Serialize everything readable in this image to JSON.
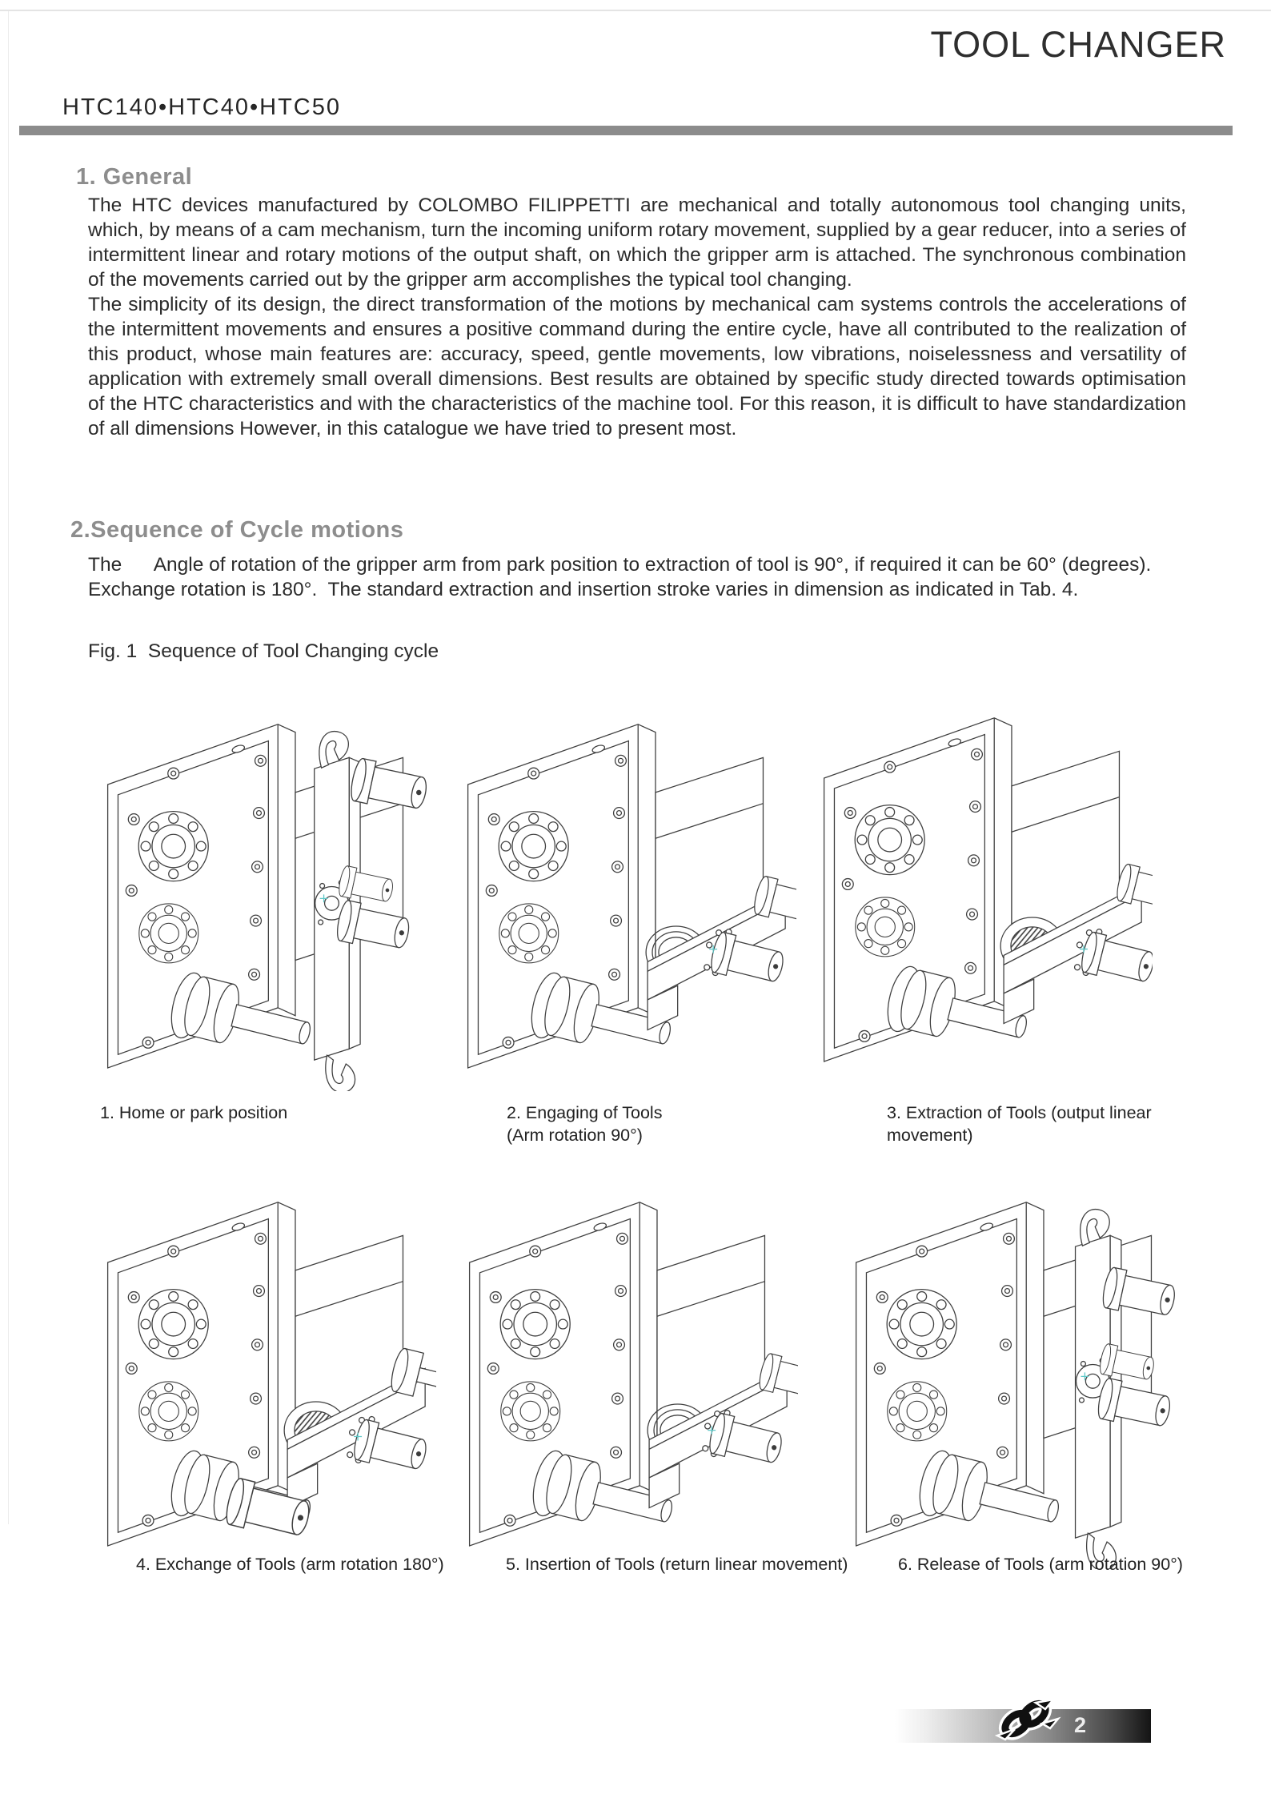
{
  "header": {
    "doc_title": "TOOL CHANGER",
    "models": "HTC140•HTC40•HTC50"
  },
  "sections": {
    "s1_heading": "1. General",
    "s1_p1": "The HTC devices manufactured by COLOMBO FILIPPETTI are mechanical and totally autonomous tool changing units, which, by means of a cam mechanism, turn the incoming uniform rotary movement, supplied by a gear reducer, into a series of intermittent linear and rotary motions of the output shaft, on which the gripper arm is attached.  The synchronous combination of the movements carried out by the gripper arm accomplishes the typical tool changing.",
    "s1_p2": "The simplicity of its design, the direct transformation of the motions by mechanical cam systems controls the accelerations of the intermittent movements and ensures a positive command during the entire cycle, have all contributed to the realization of this product, whose main features are: accuracy, speed, gentle movements, low vibrations, noiselessness and versatility of application with extremely small overall dimensions.  Best results are obtained by specific study directed  towards optimisation of the HTC characteristics and with the characteristics of the machine tool.  For this reason, it is difficult to have standardization of all dimensions However, in this catalogue we have tried to present most.",
    "s2_heading": "2.Sequence of Cycle motions",
    "s2_p1": "The      Angle of rotation of the gripper arm from park position to extraction of tool is 90°, if required it can be 60° (degrees).        Exchange rotation is 180°.  The standard extraction and insertion stroke varies in dimension as indicated in Tab. 4."
  },
  "figure": {
    "caption": "Fig. 1  Sequence of Tool Changing cycle",
    "steps": [
      {
        "label": "1. Home or park position"
      },
      {
        "label": "2. Engaging of Tools\n (Arm rotation  90°)"
      },
      {
        "label": "3. Extraction of Tools (output linear\nmovement)"
      },
      {
        "label": "4. Exchange of Tools (arm rotation 180°)"
      },
      {
        "label": "5. Insertion of Tools (return linear movement)"
      },
      {
        "label": "6. Release of Tools (arm rotation 90°)"
      }
    ]
  },
  "footer": {
    "page_number": "2",
    "logo": "colombo-filippetti-logo"
  },
  "colors": {
    "heading_gray": "#8d8d8d",
    "rule_gray": "#8c8c8c",
    "body_text": "#2b2b2b",
    "marker_teal": "#5fc8c8",
    "footer_dark": "#141414"
  }
}
